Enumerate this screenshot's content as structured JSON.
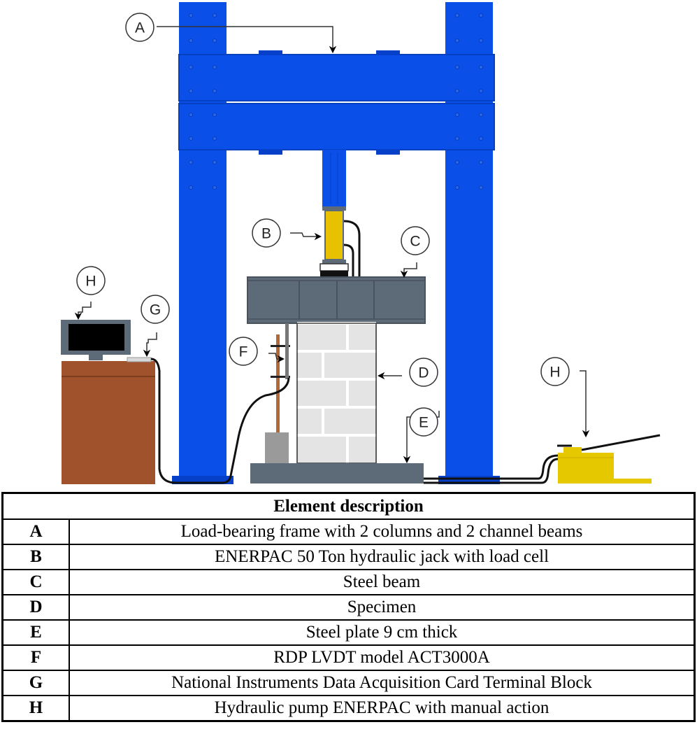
{
  "diagram": {
    "title": "Test setup schematic",
    "callouts": [
      {
        "letter": "A",
        "target": "load-bearing-frame"
      },
      {
        "letter": "B",
        "target": "hydraulic-jack"
      },
      {
        "letter": "C",
        "target": "steel-beam"
      },
      {
        "letter": "D",
        "target": "specimen"
      },
      {
        "letter": "E",
        "target": "steel-plate"
      },
      {
        "letter": "F",
        "target": "lvdt"
      },
      {
        "letter": "G",
        "target": "terminal-block"
      },
      {
        "letter": "H",
        "target": "computer"
      },
      {
        "letter": "H",
        "target": "hydraulic-pump"
      }
    ],
    "colors": {
      "frame": "#0a4fe8",
      "frame_dark": "#0640c8",
      "jack": "#e8c200",
      "beam": "#5d6b78",
      "brick_fill": "#f2f2f2",
      "desk": "#a0522d",
      "pump": "#e6c800",
      "lvdt_rod": "#b06a3a"
    }
  },
  "table": {
    "header": "Element description",
    "rows": [
      {
        "key": "A",
        "description": "Load-bearing frame with 2 columns and 2 channel beams"
      },
      {
        "key": "B",
        "description": "ENERPAC 50 Ton hydraulic jack with load cell"
      },
      {
        "key": "C",
        "description": "Steel beam"
      },
      {
        "key": "D",
        "description": "Specimen"
      },
      {
        "key": "E",
        "description": "Steel plate 9 cm thick"
      },
      {
        "key": "F",
        "description": "RDP LVDT model ACT3000A"
      },
      {
        "key": "G",
        "description": "National Instruments Data Acquisition Card Terminal Block"
      },
      {
        "key": "H",
        "description": "Hydraulic pump ENERPAC with manual action"
      }
    ]
  }
}
